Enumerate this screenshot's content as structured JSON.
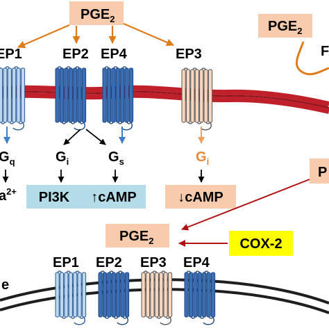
{
  "pge2_top": {
    "main": "PGE",
    "sub": "2"
  },
  "pge2_right": {
    "main": "PGE",
    "sub": "2"
  },
  "pge2_lower": {
    "main": "PGE",
    "sub": "2"
  },
  "right_edge_letter": "F",
  "right_edge_p": "P",
  "cox2": "COX-2",
  "receptors_top": [
    "EP1",
    "EP2",
    "EP4",
    "EP3"
  ],
  "gproteins": {
    "gq": {
      "main": "G",
      "sub": "q"
    },
    "gi_left": {
      "main": "G",
      "sub": "i"
    },
    "gs": {
      "main": "G",
      "sub": "s"
    },
    "gi_right": {
      "main": "G",
      "sub": "i"
    }
  },
  "outputs": {
    "ca": "a",
    "ca_sup": "2+",
    "pi3k": "PI3K",
    "camp_up": "↑cAMP",
    "camp_down": "↓cAMP"
  },
  "receptors_bottom": [
    "EP1",
    "EP2",
    "EP3",
    "EP4"
  ],
  "bottom_left_letter": "e",
  "colors": {
    "pge_box": "#f8cbad",
    "cox_box": "#ffff00",
    "out_blue": "#b4dce8",
    "out_peach": "#f8cbad",
    "orange_arrow": "#e07b1a",
    "red_arrow": "#b01010",
    "membrane_red": "#c0202a",
    "membrane_dark": "#1e1e1e",
    "ep_light": "#bcd7ec",
    "ep_dark": "#3a6fb5",
    "ep_peach": "#f6d6bf",
    "blue_arrow": "#3f7fc8"
  }
}
